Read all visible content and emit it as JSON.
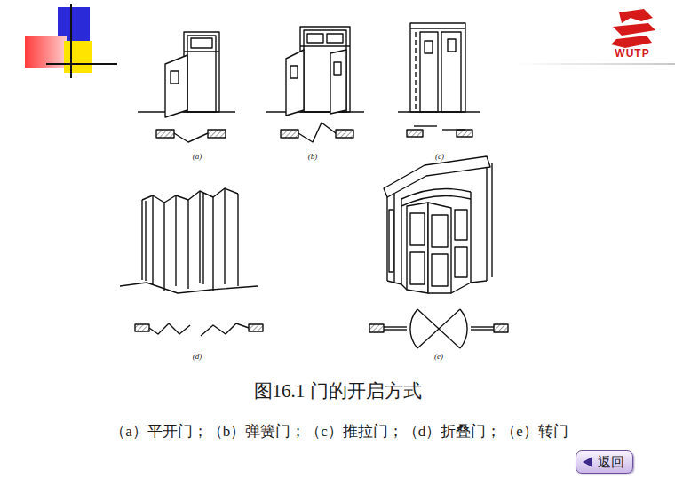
{
  "diagram": {
    "caption": "图16.1 门的开启方式",
    "nodes": [
      {
        "text": [
          "返回"
        ]
      }
    ],
    "labels": [
      "(a)",
      "(b)",
      "(c)",
      "(d)",
      "(e)",
      "WUTP",
      "（a）平开门；（b）弹簧门；（c）推拉门；（d）折叠门；（e）转门"
    ]
  }
}
